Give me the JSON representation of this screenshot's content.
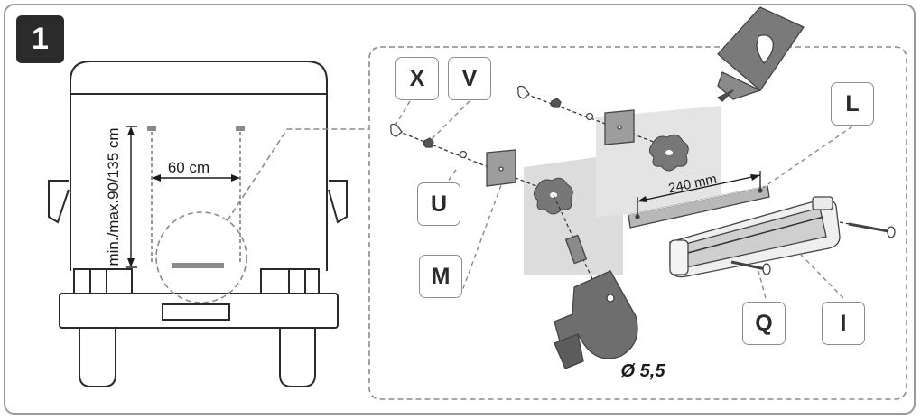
{
  "step": {
    "number": "1"
  },
  "vehicle": {
    "height_label": "min./max.90/135 cm",
    "spacing_label": "60 cm"
  },
  "detail": {
    "length_label": "240 mm",
    "drill_label": "Ø 5,5"
  },
  "part_labels": {
    "x": "X",
    "v": "V",
    "u": "U",
    "m": "M",
    "l": "L",
    "q": "Q",
    "i": "I"
  }
}
